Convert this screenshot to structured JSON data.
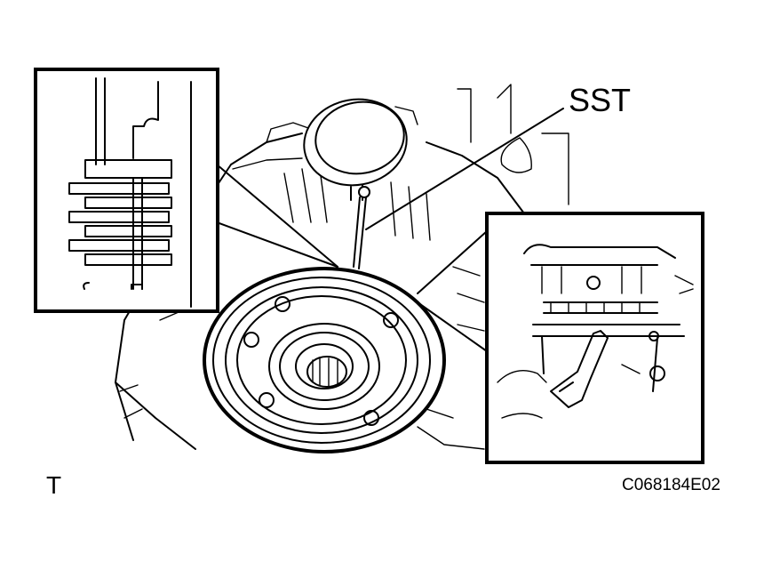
{
  "labels": {
    "sst": "SST",
    "corner_mark": "T",
    "figure_code": "C068184E02"
  },
  "colors": {
    "line": "#000000",
    "background": "#ffffff"
  }
}
